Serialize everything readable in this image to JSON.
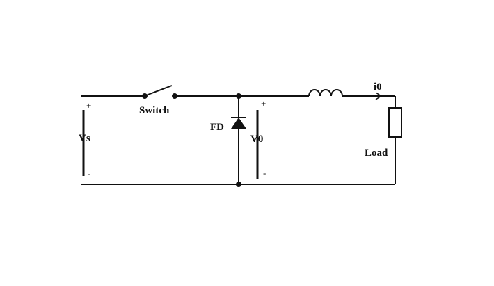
{
  "diagram": {
    "type": "circuit",
    "description_free": true,
    "labels": {
      "source": "Vs",
      "switch": "Switch",
      "diode": "FD",
      "output_voltage": "V0",
      "current": "i0",
      "load": "Load"
    },
    "signs": {
      "source_plus": "+",
      "source_minus": "-",
      "output_plus": "+",
      "output_minus": "-"
    },
    "colors": {
      "wire": "#111111",
      "background": "#ffffff"
    }
  }
}
